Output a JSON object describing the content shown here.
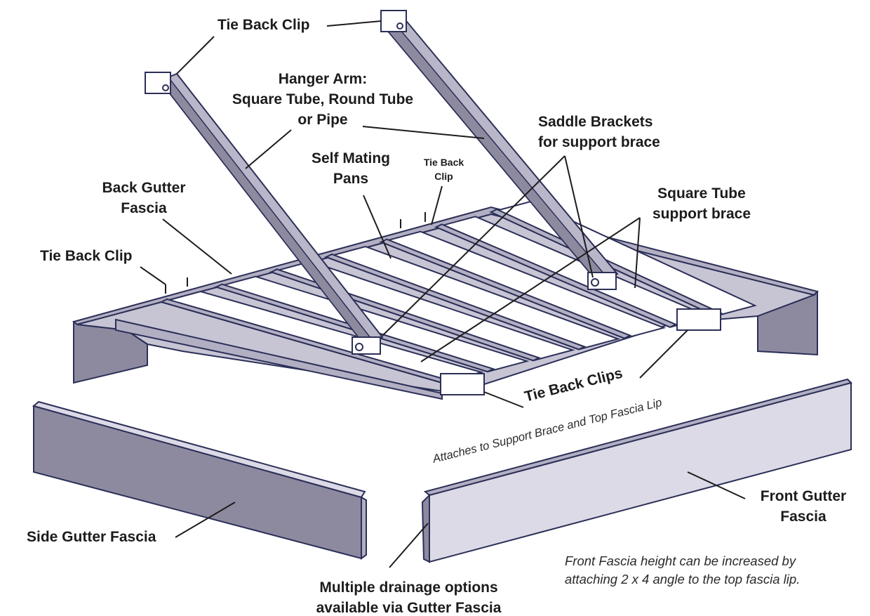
{
  "colors": {
    "outline": "#2b2f57",
    "pan_face": "#ffffff",
    "pan_shadow": "#c7c4d4",
    "fascia_light": "#dcdae6",
    "fascia_dark": "#8d8aa0",
    "fascia_mid": "#b2afc3",
    "arm_fill": "#b9b6c9"
  },
  "labels": {
    "tie_back_clip_top": "Tie Back Clip",
    "hanger_arm": [
      "Hanger Arm:",
      "Square Tube, Round Tube",
      "or Pipe"
    ],
    "saddle_brackets": [
      "Saddle Brackets",
      "for support brace"
    ],
    "self_mating_pans": [
      "Self Mating",
      "Pans"
    ],
    "tie_back_clip_small": [
      "Tie Back",
      "Clip"
    ],
    "back_gutter_fascia": [
      "Back Gutter",
      "Fascia"
    ],
    "square_tube_brace": [
      "Square Tube",
      "support brace"
    ],
    "tie_back_clip_left": "Tie Back Clip",
    "tie_back_clips": "Tie Back Clips",
    "attaches_note": "Attaches to Support Brace and Top Fascia Lip",
    "front_gutter_fascia": [
      "Front Gutter",
      "Fascia"
    ],
    "side_gutter_fascia": "Side Gutter Fascia",
    "drainage": [
      "Multiple drainage options",
      "available via Gutter Fascia"
    ],
    "front_fascia_note": [
      "Front Fascia height can be increased by",
      "attaching 2 x 4 angle to the top fascia lip."
    ]
  }
}
